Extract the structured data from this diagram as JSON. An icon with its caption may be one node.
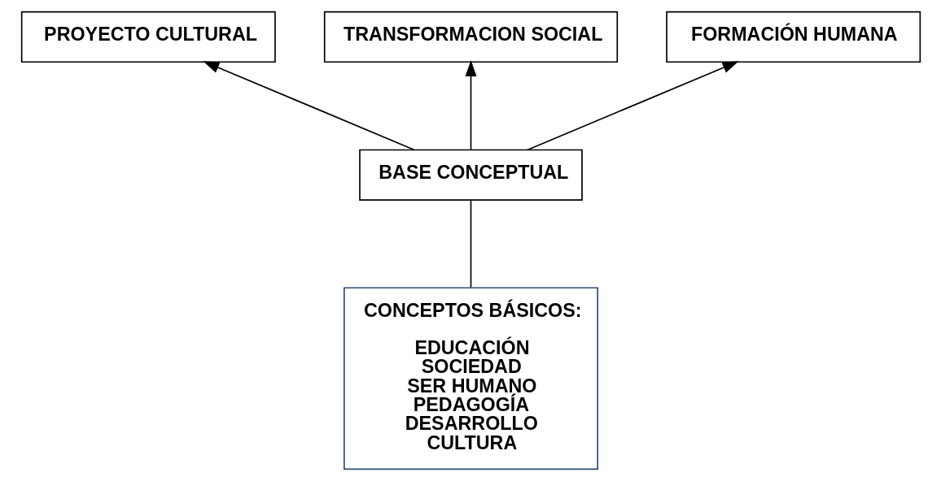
{
  "diagram": {
    "nodes": [
      {
        "text": [
          "PROYECTO CULTURAL"
        ]
      },
      {
        "text": [
          "TRANSFORMACION SOCIAL"
        ]
      },
      {
        "text": [
          "FORMACIÓN HUMANA"
        ]
      },
      {
        "text": [
          "BASE CONCEPTUAL"
        ]
      },
      {
        "text": [
          "CONCEPTOS BÁSICOS:",
          "EDUCACIÓN",
          "SOCIEDAD",
          "SER HUMANO",
          "PEDAGOGÍA",
          "DESARROLLO",
          "CULTURA"
        ]
      }
    ],
    "edges": [
      {
        "from": 3,
        "to": 0,
        "arrow": "to"
      },
      {
        "from": 3,
        "to": 1,
        "arrow": "to"
      },
      {
        "from": 3,
        "to": 2,
        "arrow": "to"
      },
      {
        "from": 4,
        "to": 3,
        "arrow": "none",
        "color": "#000000"
      }
    ]
  }
}
